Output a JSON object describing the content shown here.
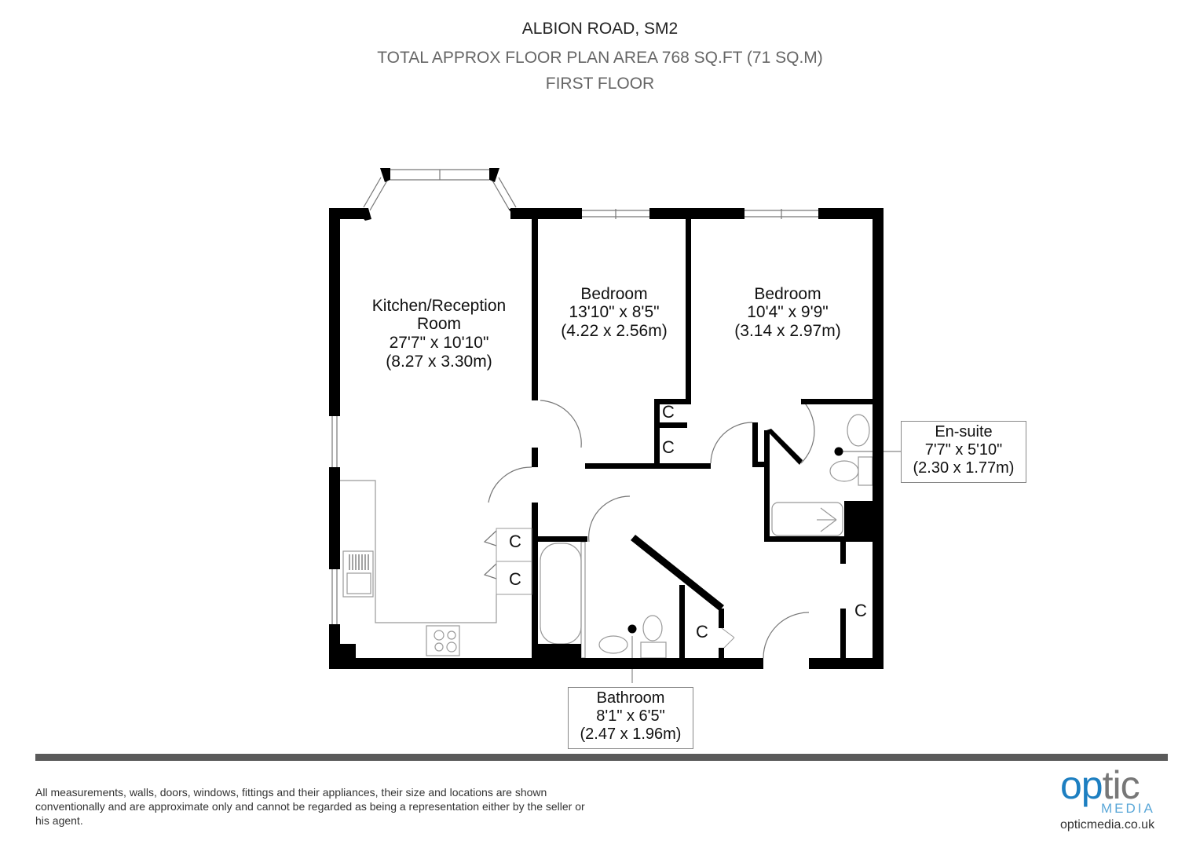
{
  "header": {
    "address": "ALBION ROAD, SM2",
    "area": "TOTAL APPROX FLOOR PLAN AREA 768 SQ.FT (71 SQ.M)",
    "floor": "FIRST FLOOR"
  },
  "rooms": {
    "kitchen": {
      "name1": "Kitchen/Reception",
      "name2": "Room",
      "imperial": "27'7\" x 10'10\"",
      "metric": "(8.27 x 3.30m)"
    },
    "bedroom1": {
      "name": "Bedroom",
      "imperial": "13'10\" x 8'5\"",
      "metric": "(4.22 x 2.56m)"
    },
    "bedroom2": {
      "name": "Bedroom",
      "imperial": "10'4\" x 9'9\"",
      "metric": "(3.14 x 2.97m)"
    },
    "ensuite": {
      "name": "En-suite",
      "imperial": "7'7\" x 5'10\"",
      "metric": "(2.30 x 1.77m)"
    },
    "bathroom": {
      "name": "Bathroom",
      "imperial": "8'1\" x 6'5\"",
      "metric": "(2.47 x 1.96m)"
    },
    "cupboard_label": "C"
  },
  "footer": {
    "disclaimer": "All measurements, walls, doors, windows, fittings and their appliances, their size and locations are shown conventionally and are approximate only and cannot be regarded as being a representation either by the seller or his agent.",
    "logo_op": "op",
    "logo_tic": "tic",
    "logo_media": "MEDIA",
    "logo_url": "opticmedia.co.uk"
  },
  "colors": {
    "wall": "#000000",
    "rule": "#5a5a5a",
    "logo_blue": "#1d7fc1"
  }
}
